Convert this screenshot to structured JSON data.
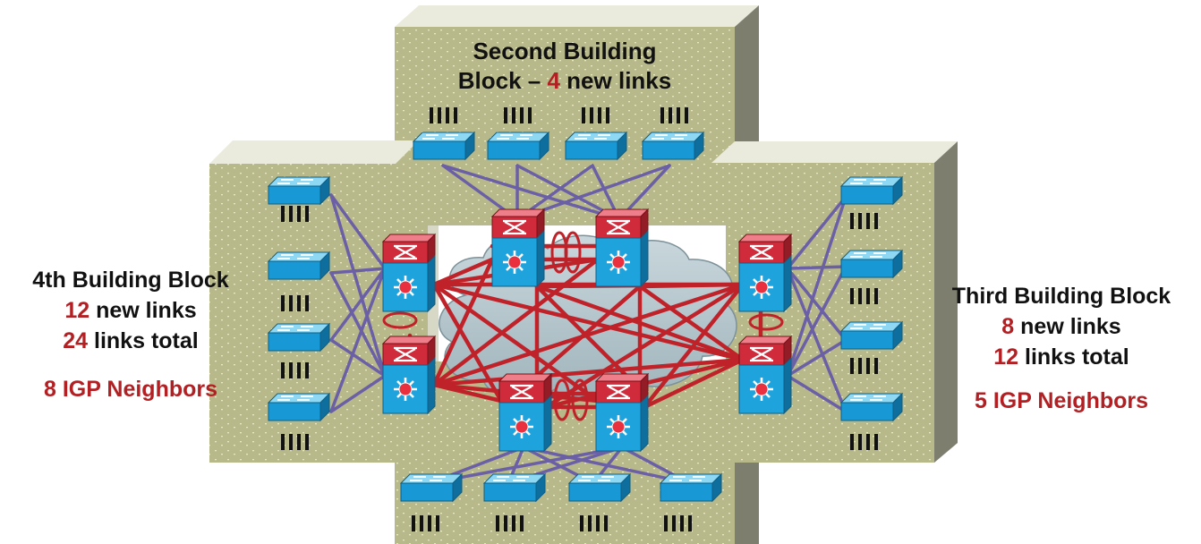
{
  "blocks": {
    "second": {
      "title_line1": "Second Building",
      "title_line2_prefix": "Block – ",
      "title_line2_number": "4",
      "title_line2_suffix": " new links"
    },
    "fourth": {
      "title": "4th Building Block",
      "new_links_number": "12",
      "new_links_text": " new links",
      "total_links_number": "24",
      "total_links_text": " links total",
      "igp_neighbors": "8 IGP Neighbors"
    },
    "third": {
      "title": "Third Building Block",
      "new_links_number": "8",
      "new_links_text": " new links",
      "total_links_number": "12",
      "total_links_text": " links total",
      "igp_neighbors": "5 IGP Neighbors"
    }
  },
  "icons": {
    "access_switch": "access-switch-icon",
    "distribution_switch": "multilayer-switch-icon",
    "core_cloud": "network-cloud-icon"
  },
  "colors": {
    "panel_face": "#b8b98a",
    "panel_top": "#e9e8d8",
    "panel_side": "#7d7d6d",
    "uplink": "#6b5fa6",
    "core_link": "#c0222a",
    "switch_blue": "#1fa3dc",
    "switch_red": "#cf2b3a",
    "label_red": "#b22024"
  }
}
